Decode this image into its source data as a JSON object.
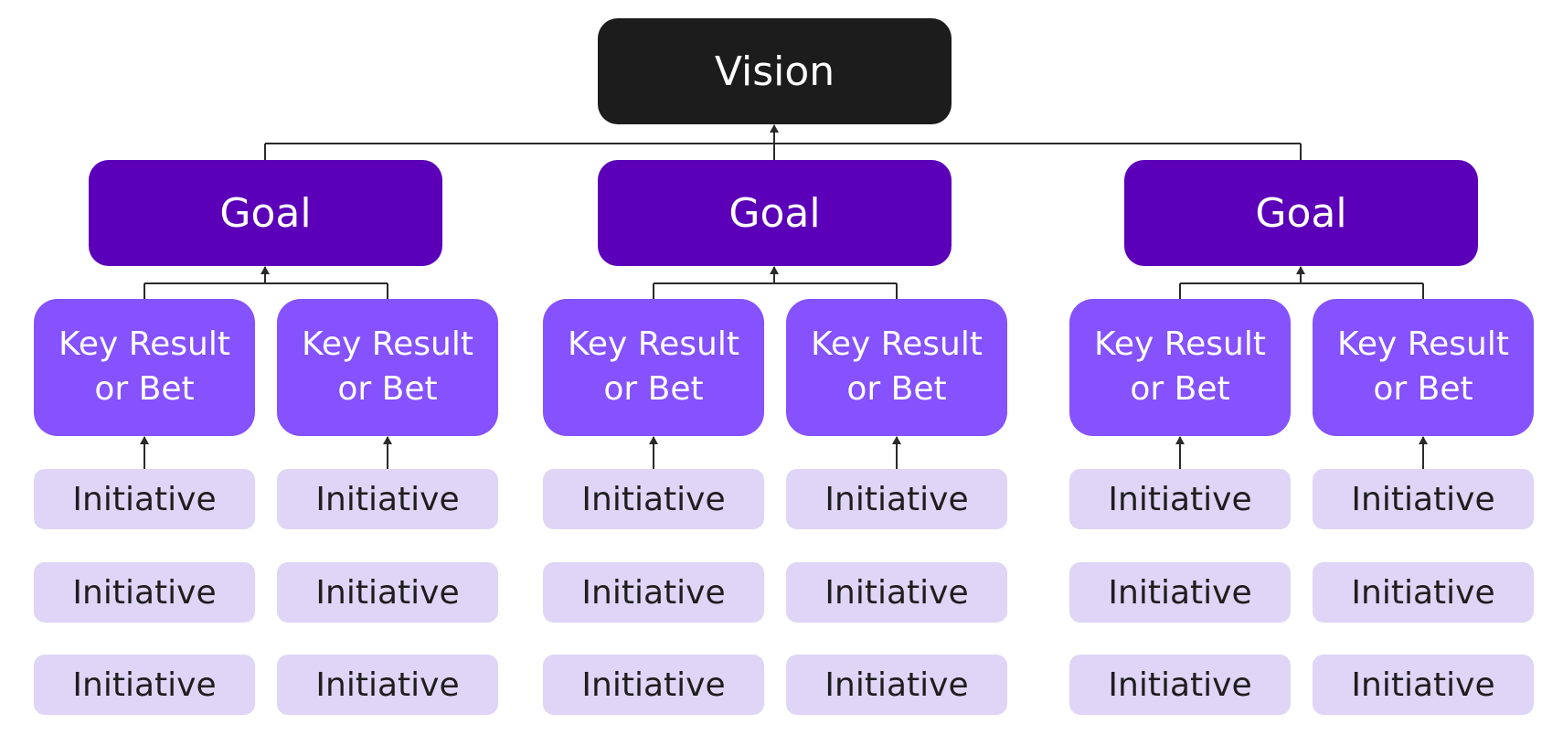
{
  "colors": {
    "vision_bg": "#1c1c1c",
    "vision_text": "#ffffff",
    "goal_bg": "#5b00b8",
    "goal_text": "#ffffff",
    "key_result_bg": "#8552fd",
    "key_result_text": "#ffffff",
    "initiative_bg": "#dfd5f6",
    "initiative_text": "#1e1e1e",
    "connector": "#2a2a2a"
  },
  "vision": {
    "label": "Vision"
  },
  "goals": [
    {
      "label": "Goal",
      "key_results": [
        {
          "line1": "Key Result",
          "line2": "or Bet",
          "initiatives": [
            "Initiative",
            "Initiative",
            "Initiative"
          ]
        },
        {
          "line1": "Key Result",
          "line2": "or Bet",
          "initiatives": [
            "Initiative",
            "Initiative",
            "Initiative"
          ]
        }
      ]
    },
    {
      "label": "Goal",
      "key_results": [
        {
          "line1": "Key Result",
          "line2": "or Bet",
          "initiatives": [
            "Initiative",
            "Initiative",
            "Initiative"
          ]
        },
        {
          "line1": "Key Result",
          "line2": "or Bet",
          "initiatives": [
            "Initiative",
            "Initiative",
            "Initiative"
          ]
        }
      ]
    },
    {
      "label": "Goal",
      "key_results": [
        {
          "line1": "Key Result",
          "line2": "or Bet",
          "initiatives": [
            "Initiative",
            "Initiative",
            "Initiative"
          ]
        },
        {
          "line1": "Key Result",
          "line2": "or Bet",
          "initiatives": [
            "Initiative",
            "Initiative",
            "Initiative"
          ]
        }
      ]
    }
  ]
}
